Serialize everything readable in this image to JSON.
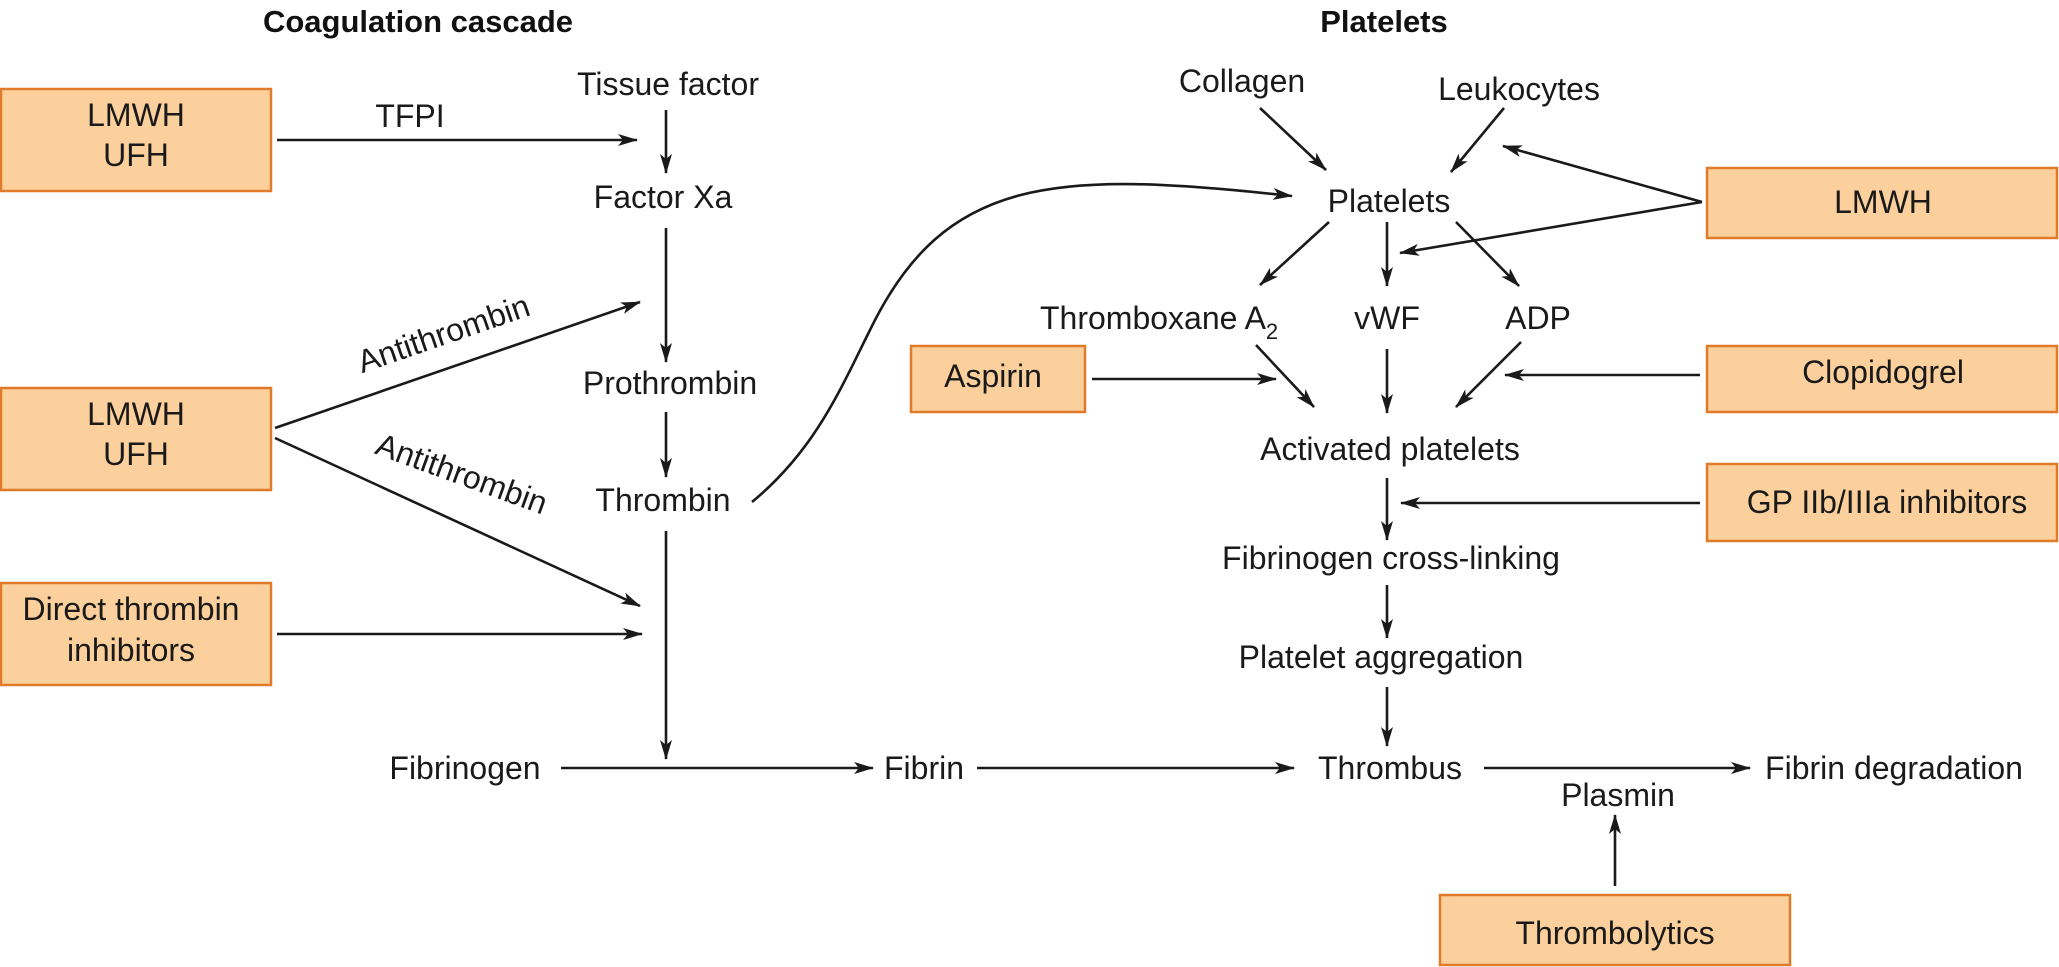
{
  "headings": {
    "coagulation": "Coagulation cascade",
    "platelets": "Platelets"
  },
  "colors": {
    "box_fill": "#fbd09c",
    "box_stroke": "#e07b2a",
    "line": "#1a1a1a"
  },
  "drugs": {
    "lmwh_ufh_top": [
      "LMWH",
      "UFH"
    ],
    "lmwh_ufh_mid": [
      "LMWH",
      "UFH"
    ],
    "direct_thrombin": [
      "Direct thrombin",
      "inhibitors"
    ],
    "aspirin": "Aspirin",
    "lmwh_right": "LMWH",
    "clopidogrel": "Clopidogrel",
    "gp": "GP IIb/IIIa inhibitors",
    "thrombolytics": "Thrombolytics"
  },
  "edge_labels": {
    "tfpi": "TFPI",
    "antithrombin_upper": "Antithrombin",
    "antithrombin_lower": "Antithrombin",
    "plasmin": "Plasmin"
  },
  "nodes": {
    "tissue_factor": "Tissue factor",
    "factor_xa": "Factor Xa",
    "prothrombin": "Prothrombin",
    "thrombin": "Thrombin",
    "fibrinogen": "Fibrinogen",
    "fibrin": "Fibrin",
    "thrombus": "Thrombus",
    "fibrin_degradation": "Fibrin degradation",
    "collagen": "Collagen",
    "leukocytes": "Leukocytes",
    "platelets": "Platelets",
    "thromboxane": "Thromboxane A",
    "thromboxane_sub": "2",
    "vwf": "vWF",
    "adp": "ADP",
    "activated_platelets": "Activated platelets",
    "fibrinogen_crosslinking": "Fibrinogen cross-linking",
    "platelet_aggregation": "Platelet aggregation"
  }
}
